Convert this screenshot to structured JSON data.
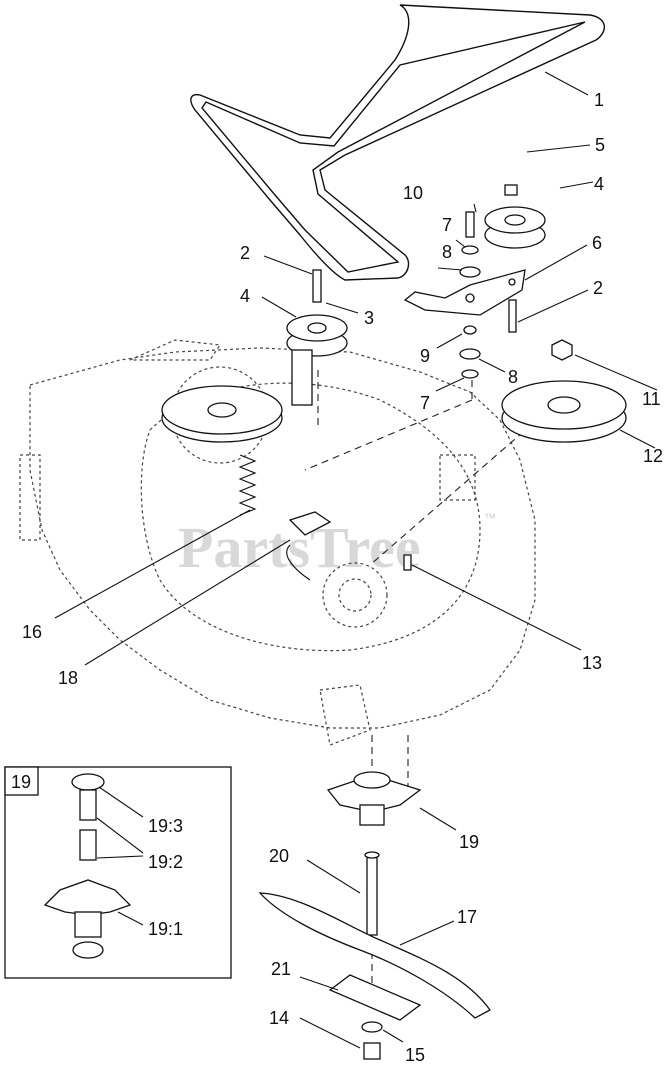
{
  "watermark": "PartsTree",
  "trademark": "™",
  "inset": {
    "title": "19"
  },
  "callouts": {
    "c1": "1",
    "c2a": "2",
    "c2b": "2",
    "c3": "3",
    "c4a": "4",
    "c4b": "4",
    "c5": "5",
    "c6": "6",
    "c7a": "7",
    "c7b": "7",
    "c8a": "8",
    "c8b": "8",
    "c9": "9",
    "c10": "10",
    "c11": "11",
    "c12": "12",
    "c13": "13",
    "c14": "14",
    "c15": "15",
    "c16": "16",
    "c17": "17",
    "c18": "18",
    "c19": "19",
    "c20": "20",
    "c21": "21",
    "c19_1": "19:1",
    "c19_2": "19:2",
    "c19_3": "19:3"
  }
}
